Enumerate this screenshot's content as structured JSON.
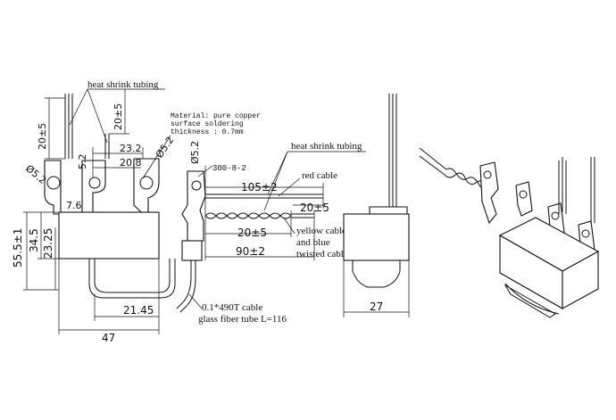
{
  "labels": {
    "heat_shrink_tubing_1": "heat shrink tubing",
    "heat_shrink_tubing_2": "heat shrink tubing",
    "material_line1": "Material: pure copper",
    "material_line2": "surface soldering",
    "material_line3": "thickness : 0.7mm",
    "red_cable": "red cable",
    "yellow_blue_line1": "yellow cable",
    "yellow_blue_line2": "and blue",
    "yellow_blue_line3": "twisted cable",
    "glass_line1": "0.1*490T cable",
    "glass_line2": "glass fiber tube L=116",
    "wire_spec": "300-8-2"
  },
  "dims": {
    "d_20pm5_top": "20±5",
    "d_20pm5_left": "20±5",
    "d_phi52_left": "Ø5.2",
    "d_5_2": "5.2",
    "d_23_2": "23.2",
    "d_20_8": "20.8",
    "d_phi52_right": "Ø5.2",
    "d_phi52_front": "Ø5.2",
    "d_7_6": "7.6",
    "d_55_5": "55.5±1",
    "d_34_5": "34.5",
    "d_23_25": "23.25",
    "d_21_45": "21.45",
    "d_47": "47",
    "d_105": "105±2",
    "d_20pm5_red": "20±5",
    "d_20pm5_yb": "20±5",
    "d_90": "90±2",
    "d_27": "27"
  }
}
